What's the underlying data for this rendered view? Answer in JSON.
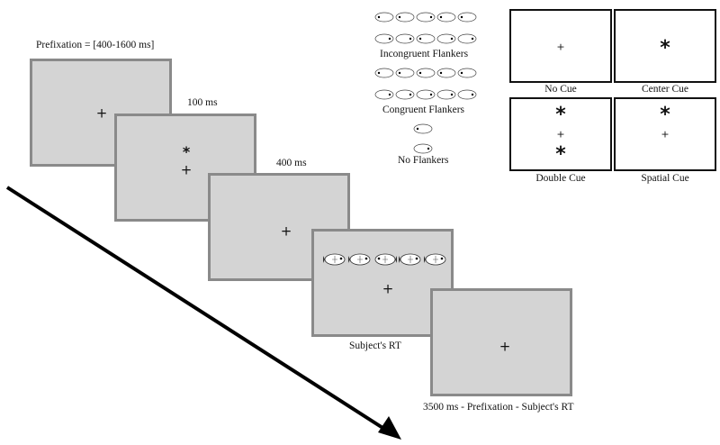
{
  "timeline": {
    "prefixation_label": "Prefixation = [400-1600 ms]",
    "cue_duration_label": "100 ms",
    "post_cue_label": "400 ms",
    "target_label": "Subject's RT",
    "iti_label": "3500 ms - Prefixation - Subject's RT",
    "fixation_symbol": "+",
    "cue_symbol": "*"
  },
  "flanker_types": {
    "incongruent": "Incongruent Flankers",
    "congruent": "Congruent Flankers",
    "none": "No Flankers"
  },
  "cue_types": {
    "no_cue": "No Cue",
    "center_cue": "Center Cue",
    "double_cue": "Double Cue",
    "spatial_cue": "Spatial Cue",
    "fixation_symbol": "+",
    "cue_symbol": "*"
  }
}
